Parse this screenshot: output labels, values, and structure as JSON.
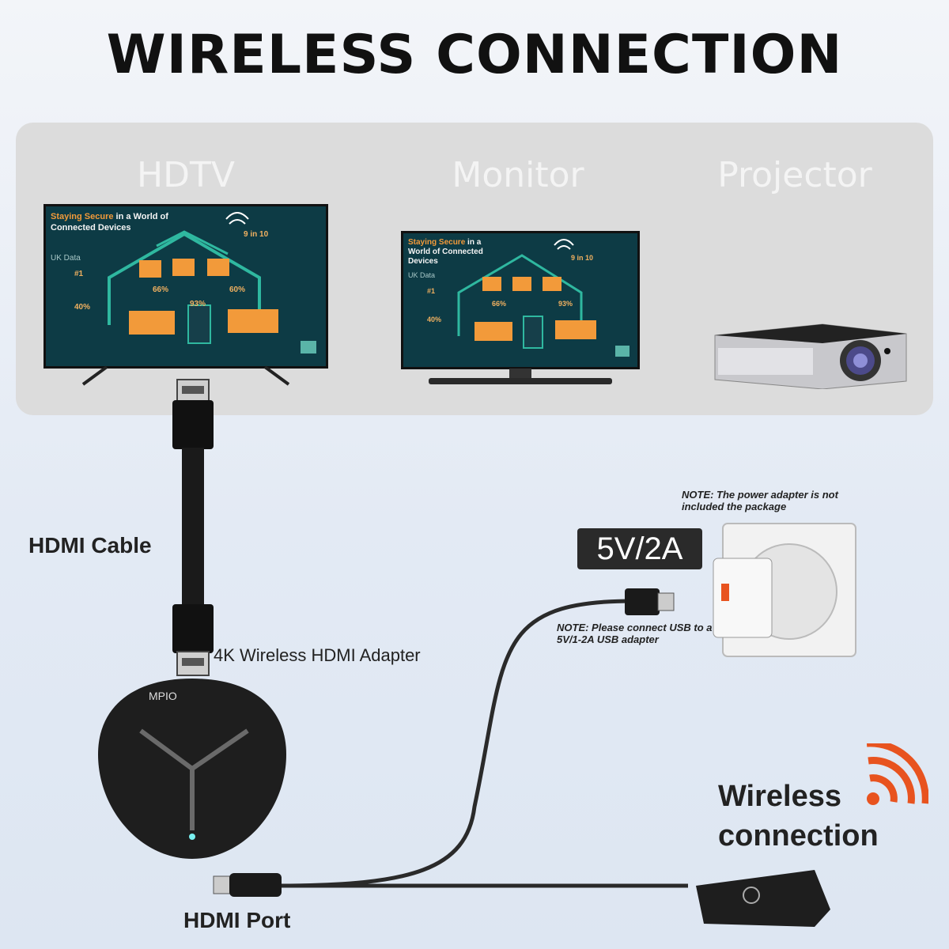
{
  "title": "WIRELESS CONNECTION",
  "devices": [
    {
      "label": "HDTV"
    },
    {
      "label": "Monitor"
    },
    {
      "label": "Projector"
    }
  ],
  "screen": {
    "title_highlight": "Staying Secure",
    "title_rest": " in a World of Connected Devices",
    "subtitle": "UK Data",
    "stat_a": "9 in 10",
    "stat_b": "#1",
    "stat_c": "66%",
    "stat_d": "60%",
    "stat_e": "40%",
    "stat_f": "93%"
  },
  "labels": {
    "hdmi_cable": "HDMI Cable",
    "adapter": "4K Wireless HDMI Adapter",
    "hdmi_port": "HDMI Port",
    "voltage": "5V/2A",
    "wireless_line1": "Wireless",
    "wireless_line2": "connection",
    "brand": "MPIO"
  },
  "notes": {
    "power_adapter": "NOTE: The power adapter is not included the package",
    "usb": "NOTE: Please connect USB to a 5V/1-2A USB adapter"
  },
  "colors": {
    "screen_bg": "#0d3b45",
    "accent_orange": "#f29a3a",
    "wifi_orange": "#e8531f",
    "panel": "#dcdcdc"
  }
}
